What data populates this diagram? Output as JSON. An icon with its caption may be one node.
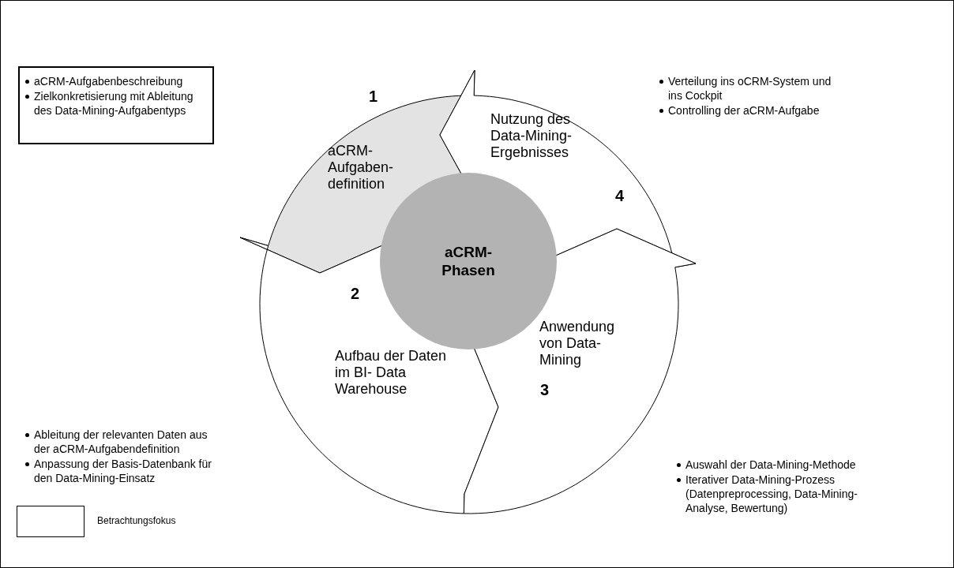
{
  "diagram": {
    "nodes": [
      {
        "text": [
          "aCRM-Aufgabenbeschreibung",
          "Zielkonkretisierung mit Ableitung des Data-Mining-Aufgabentyps"
        ]
      },
      {
        "text": [
          "1",
          "aCRM- Aufgaben- definition"
        ]
      },
      {
        "text": [
          "Nutzung des Data-Mining- Ergebnisses",
          "4"
        ]
      },
      {
        "text": [
          "aCRM- Phasen"
        ]
      },
      {
        "text": [
          "2",
          "Aufbau der Daten im BI- Data Warehouse"
        ]
      },
      {
        "text": [
          "Anwendung von Data- Mining",
          "3"
        ]
      }
    ],
    "labels": [
      "Verteilung ins oCRM-System und ins Cockpit",
      "Controlling der aCRM-Aufgabe",
      "Ableitung der relevanten Daten aus der aCRM-Aufgabendefinition",
      "Anpassung der Basis-Datenbank für den Data-Mining-Einsatz",
      "Auswahl der Data-Mining-Methode",
      "Iterativer Data-Mining-Prozess (Datenpreprocessing, Data-Mining- Analyse, Bewertung)"
    ],
    "legend": [
      {
        "text": "Betrachtungsfokus"
      }
    ]
  }
}
